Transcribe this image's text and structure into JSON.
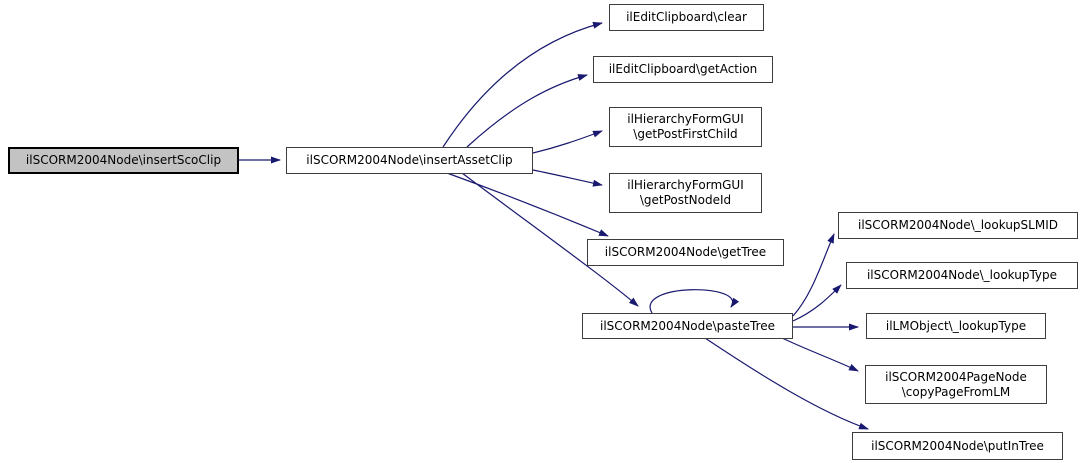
{
  "diagram": {
    "kind": "call-graph",
    "direction": "left-to-right"
  },
  "colors": {
    "edge": "#191970",
    "node_border": "#3d3d3d",
    "node_fill": "#ffffff",
    "highlight_fill": "#c3c3c3",
    "text": "#000000",
    "background": "#ffffff"
  },
  "nodes": {
    "insertScoClip": {
      "label": "ilSCORM2004Node\\insertScoClip",
      "highlighted": true
    },
    "insertAssetClip": {
      "label": "ilSCORM2004Node\\insertAssetClip",
      "highlighted": false
    },
    "clear": {
      "label": "ilEditClipboard\\clear",
      "highlighted": false
    },
    "getAction": {
      "label": "ilEditClipboard\\getAction",
      "highlighted": false
    },
    "getPostFirstChild": {
      "label": "ilHierarchyFormGUI\n\\getPostFirstChild",
      "highlighted": false
    },
    "getPostNodeId": {
      "label": "ilHierarchyFormGUI\n\\getPostNodeId",
      "highlighted": false
    },
    "getTree": {
      "label": "ilSCORM2004Node\\getTree",
      "highlighted": false
    },
    "pasteTree": {
      "label": "ilSCORM2004Node\\pasteTree",
      "highlighted": false
    },
    "lookupSLMID": {
      "label": "ilSCORM2004Node\\_lookupSLMID",
      "highlighted": false
    },
    "lookupTypeNode": {
      "label": "ilSCORM2004Node\\_lookupType",
      "highlighted": false
    },
    "lookupTypeLM": {
      "label": "ilLMObject\\_lookupType",
      "highlighted": false
    },
    "copyPageFromLM": {
      "label": "ilSCORM2004PageNode\n\\copyPageFromLM",
      "highlighted": false
    },
    "putInTree": {
      "label": "ilSCORM2004Node\\putInTree",
      "highlighted": false
    }
  },
  "edges": [
    {
      "from": "ilSCORM2004Node\\insertScoClip",
      "to": "ilSCORM2004Node\\insertAssetClip"
    },
    {
      "from": "ilSCORM2004Node\\insertAssetClip",
      "to": "ilEditClipboard\\clear"
    },
    {
      "from": "ilSCORM2004Node\\insertAssetClip",
      "to": "ilEditClipboard\\getAction"
    },
    {
      "from": "ilSCORM2004Node\\insertAssetClip",
      "to": "ilHierarchyFormGUI\\getPostFirstChild"
    },
    {
      "from": "ilSCORM2004Node\\insertAssetClip",
      "to": "ilHierarchyFormGUI\\getPostNodeId"
    },
    {
      "from": "ilSCORM2004Node\\insertAssetClip",
      "to": "ilSCORM2004Node\\getTree"
    },
    {
      "from": "ilSCORM2004Node\\insertAssetClip",
      "to": "ilSCORM2004Node\\pasteTree"
    },
    {
      "from": "ilSCORM2004Node\\pasteTree",
      "to": "ilSCORM2004Node\\pasteTree"
    },
    {
      "from": "ilSCORM2004Node\\pasteTree",
      "to": "ilSCORM2004Node\\_lookupSLMID"
    },
    {
      "from": "ilSCORM2004Node\\pasteTree",
      "to": "ilSCORM2004Node\\_lookupType"
    },
    {
      "from": "ilSCORM2004Node\\pasteTree",
      "to": "ilLMObject\\_lookupType"
    },
    {
      "from": "ilSCORM2004Node\\pasteTree",
      "to": "ilSCORM2004PageNode\\copyPageFromLM"
    },
    {
      "from": "ilSCORM2004Node\\pasteTree",
      "to": "ilSCORM2004Node\\putInTree"
    }
  ]
}
